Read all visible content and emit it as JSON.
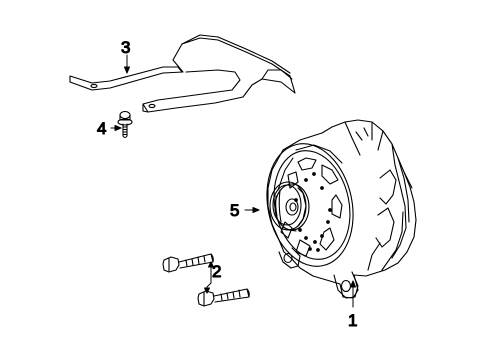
{
  "colors": {
    "line": "#000000",
    "background": "#ffffff"
  },
  "callouts": [
    {
      "id": "c1",
      "label": "1"
    },
    {
      "id": "c2",
      "label": "2"
    },
    {
      "id": "c3",
      "label": "3"
    },
    {
      "id": "c4",
      "label": "4"
    },
    {
      "id": "c5",
      "label": "5"
    }
  ]
}
